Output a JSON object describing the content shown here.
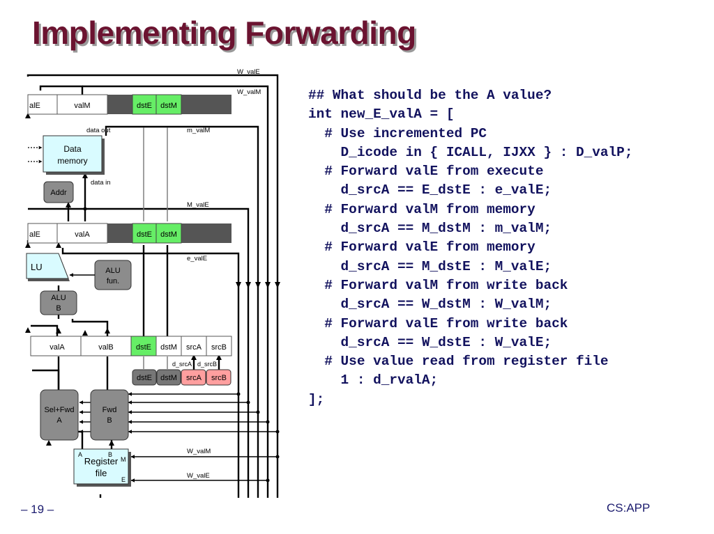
{
  "slide": {
    "title": "Implementing Forwarding",
    "page_number": "– 19 –",
    "course": "CS:APP"
  },
  "code_lines": [
    "## What should be the A value?",
    "int new_E_valA = [",
    "  # Use incremented PC",
    "    D_icode in { ICALL, IJXX } : D_valP;",
    "  # Forward valE from execute",
    "    d_srcA == E_dstE : e_valE;",
    "  # Forward valM from memory",
    "    d_srcA == M_dstM : m_valM;",
    "  # Forward valE from memory",
    "    d_srcA == M_dstE : M_valE;",
    "  # Forward valM from write back",
    "    d_srcA == W_dstM : W_valM;",
    "  # Forward valE from write back",
    "    d_srcA == W_dstE : W_valE;",
    "  # Use value read from register file",
    "    1 : d_rvalA;",
    "];"
  ],
  "diagram": {
    "signals": {
      "w_vale_top": "W_valE",
      "w_valm_top": "W_valM",
      "data_out": "data out",
      "m_valm": "m_valM",
      "data_in": "data in",
      "m_vale": "M_valE",
      "e_vale": "e_valE",
      "d_srca": "d_srcA",
      "d_srcb": "d_srcB",
      "w_valm_bottom": "W_valM",
      "w_vale_bottom": "W_valE"
    },
    "w_register": [
      "alE",
      "valM",
      "dstE",
      "dstM"
    ],
    "m_register": [
      "alE",
      "valA",
      "dstE",
      "dstM"
    ],
    "e_register": [
      "valA",
      "valB",
      "dstE",
      "dstM",
      "srcA",
      "srcB"
    ],
    "decode_ids": [
      "dstE",
      "dstM",
      "srcA",
      "srcB"
    ],
    "blocks": {
      "data_memory": [
        "Data",
        "memory"
      ],
      "addr": "Addr",
      "alu": "LU",
      "alu_fun": [
        "ALU",
        "fun."
      ],
      "alu_b": [
        "ALU",
        "B"
      ],
      "sel_fwd_a": [
        "Sel+Fwd",
        "A"
      ],
      "fwd_b": [
        "Fwd",
        "B"
      ],
      "register_file": [
        "Register",
        "file"
      ],
      "rf_port_a": "A",
      "rf_port_b": "B",
      "rf_port_m": "M",
      "rf_port_e": "E"
    },
    "colors": {
      "stage_dark": "#555555",
      "green": "#66ee66",
      "pink": "#ff9f9f",
      "light_blue": "#d9fbff",
      "block_gray": "#8c8c8c"
    }
  }
}
